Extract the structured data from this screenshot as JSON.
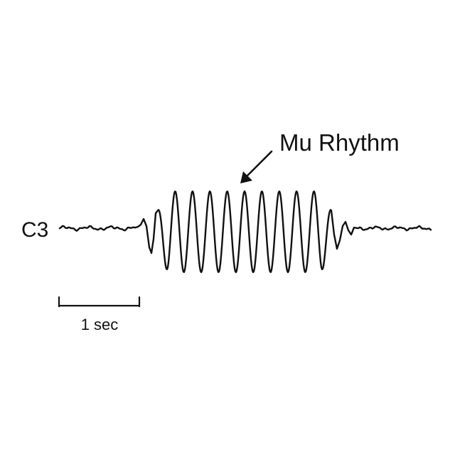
{
  "channel_label": "C3",
  "annotation_label": "Mu Rhythm",
  "scale_bar_label": "1 sec",
  "colors": {
    "trace": "#111111",
    "background": "#ffffff"
  }
}
